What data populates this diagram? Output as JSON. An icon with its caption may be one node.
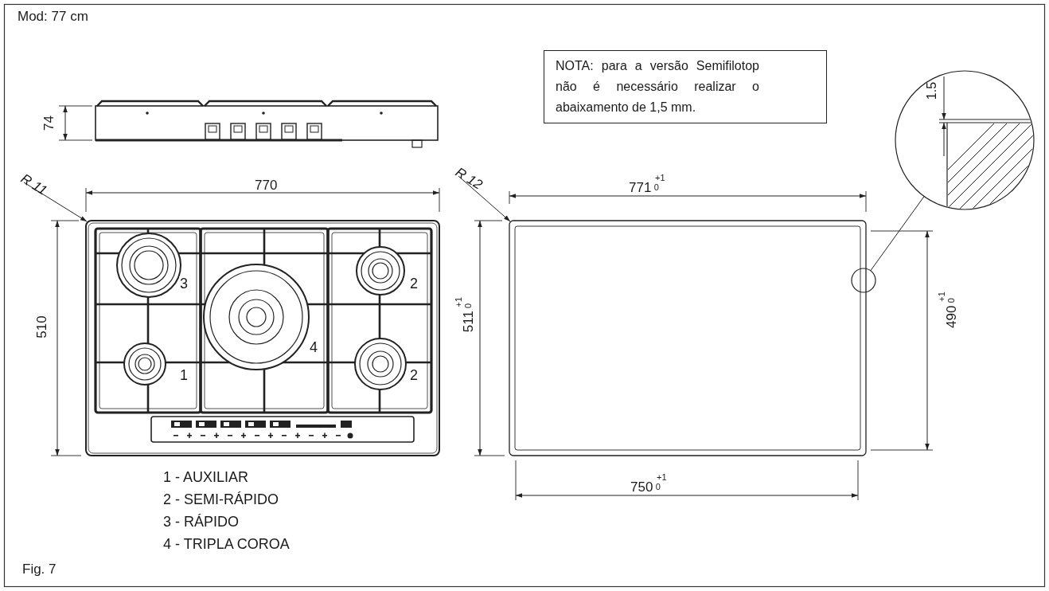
{
  "diagram": {
    "nodes": [
      {
        "text": [
          "NOTA: para a versão Semifilotop não é necessário realizar o abaixamento de 1,5 mm."
        ]
      },
      {
        "text": [
          "R 11"
        ]
      },
      {
        "text": [
          "R 12"
        ]
      },
      {
        "text": [],
        "shape": "circle"
      },
      {
        "text": [
          "1.5"
        ]
      },
      {
        "text": [],
        "shape": "picture"
      },
      {
        "text": [],
        "shape": "box"
      }
    ],
    "edges": [
      {
        "from": 1,
        "to": 5,
        "arrow": "to"
      },
      {
        "from": 2,
        "to": 6,
        "arrow": "to"
      },
      {
        "from": 3,
        "to": 4,
        "arrow": "none"
      }
    ],
    "labels": [
      "Mod: 77 cm",
      "74",
      "770",
      "771 $^{+1}$$_{0}$",
      "510",
      "3",
      "2",
      "4",
      "1",
      "2",
      "511 $^{+1}$$_{0}$",
      "490 $^{+1}$$_{0}$",
      "750 $^{+1}$$_{0}$",
      "1 - AUXILIAR",
      "2 - SEMI-RÁPIDO",
      "3 - RÁPIDO",
      "4 - TRIPLA COROA",
      "Fig. 7"
    ]
  }
}
